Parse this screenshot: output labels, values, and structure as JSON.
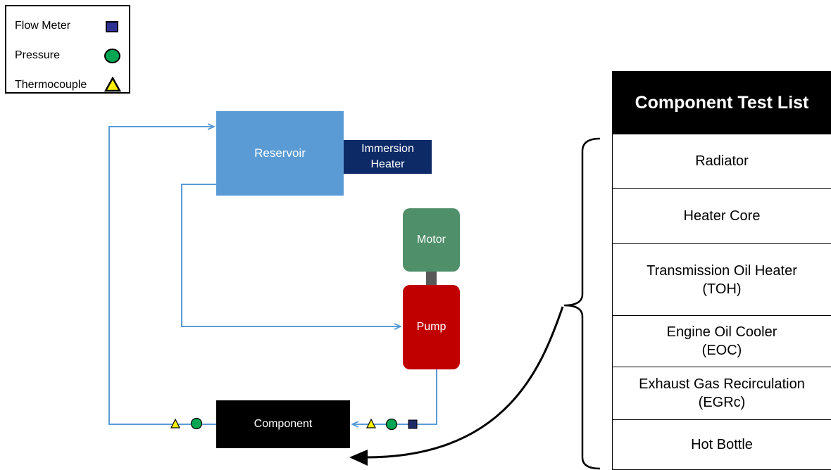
{
  "legend": {
    "items": [
      {
        "label": "Flow Meter",
        "symbol": "flow-meter-square",
        "color": "#2e3192"
      },
      {
        "label": "Pressure",
        "symbol": "pressure-circle",
        "color": "#00a651"
      },
      {
        "label": "Thermocouple",
        "symbol": "thermocouple-triangle",
        "color": "#fff200"
      }
    ]
  },
  "diagram": {
    "reservoir": "Reservoir",
    "immersion_heater": "Immersion Heater",
    "motor": "Motor",
    "pump": "Pump",
    "component": "Component",
    "colors": {
      "flow_line": "#5b9bd5",
      "reservoir": "#5b9bd5",
      "immersion_heater": "#0d2a67",
      "motor": "#4f8f6a",
      "pump": "#c00000",
      "component": "#000000"
    }
  },
  "test_list": {
    "title": "Component Test List",
    "items": [
      "Radiator",
      "Heater Core",
      "Transmission Oil Heater\n(TOH)",
      "Engine Oil Cooler\n(EOC)",
      "Exhaust Gas Recirculation\n(EGRc)",
      "Hot Bottle"
    ]
  }
}
